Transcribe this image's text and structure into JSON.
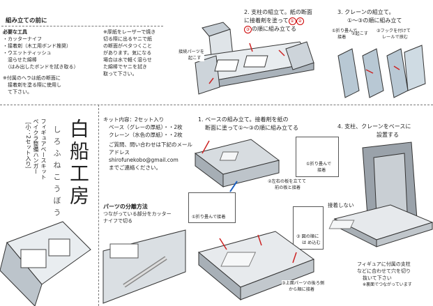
{
  "prep": {
    "title": "組み立ての前に",
    "required": "必要な工具",
    "tools": [
      "・カッターナイフ",
      "・接着剤（木工用ボンド推奨）",
      "・ウエットティッシュ",
      "　湿らせた綿棒",
      "　（はみ出したボンドを拭き取る）"
    ],
    "note1": [
      "※付属のヘラは紙の断面に",
      "　接着剤を塗る際に使用し",
      "　て下さい。"
    ],
    "note2": [
      "※厚紙をレーザーで焼き",
      "切る際に出るヤニで紙",
      "の断面がベタつくこと",
      "があります。気になる",
      "場合は水で軽く湿らせ",
      "た綿棒でヤニを拭き",
      "取って下さい。"
    ]
  },
  "step2": {
    "title": "2. 支柱の組立て。紙の断面",
    "line2": "に接着剤を塗って",
    "line3": "の順に組み立てる",
    "nums": [
      "①",
      "②",
      "③"
    ],
    "callout": "接続パーツを",
    "callout2": "起こす"
  },
  "step3": {
    "title": "3. クレーンの組立て。",
    "sub": "①〜③の順に組み立て",
    "c1": "①折り畳んで",
    "c1b": "接着",
    "c2": "②起こす",
    "c3": "③フックを付けて",
    "c3b": "レールで挟む"
  },
  "brand": {
    "name": "白船工房",
    "reading": "しろふねこうぼう",
    "kit_line1": "フィギュアベースキット",
    "kit_line2": "ペイクラ整備ハンガー",
    "kit_line3": "［小：2セット入り］"
  },
  "kit": {
    "title": "キット内容：2セット入り",
    "base": "ベース（グレーの厚紙）・・2枚",
    "crane": "クレーン（水色の厚紙）・・2枚",
    "contact1": "ご質問、問い合わせは下記のメール",
    "contact2": "アドレス shirofunekobo@gmail.com",
    "contact3": "までご連絡ください。"
  },
  "parts": {
    "title": "パーツの分離方法",
    "text1": "つながっている部分をカッター",
    "text2": "ナイフで切る"
  },
  "step1": {
    "title": "1. ベースの組み立て。接着剤を紙の",
    "title2": "断面に塗って①〜③の順に組み立てる",
    "c1": "①折り畳んで",
    "c1b": "接着",
    "c2": "②左右の板を立てて",
    "c2b": "前の板と接着",
    "c1_alt": "①折り畳んで接着",
    "c3": "③上面パーツの後ろ側",
    "c3b": "から順に接着",
    "c3n": "③ 図の順に",
    "c3nb": "は め込む"
  },
  "step4": {
    "title": "4. 支柱、クレーンをベースに",
    "title2": "設置する",
    "no_glue": "接着しない",
    "note1": "フィギュアに付属の支柱",
    "note2": "などに合わせて穴を切り",
    "note3": "抜いて下さい",
    "note4": "※裏面でつながっています"
  },
  "colors": {
    "red": "#cc2222",
    "grey": "#9aa2aa",
    "light_blue": "#b8c8d4",
    "dark": "#333333"
  }
}
